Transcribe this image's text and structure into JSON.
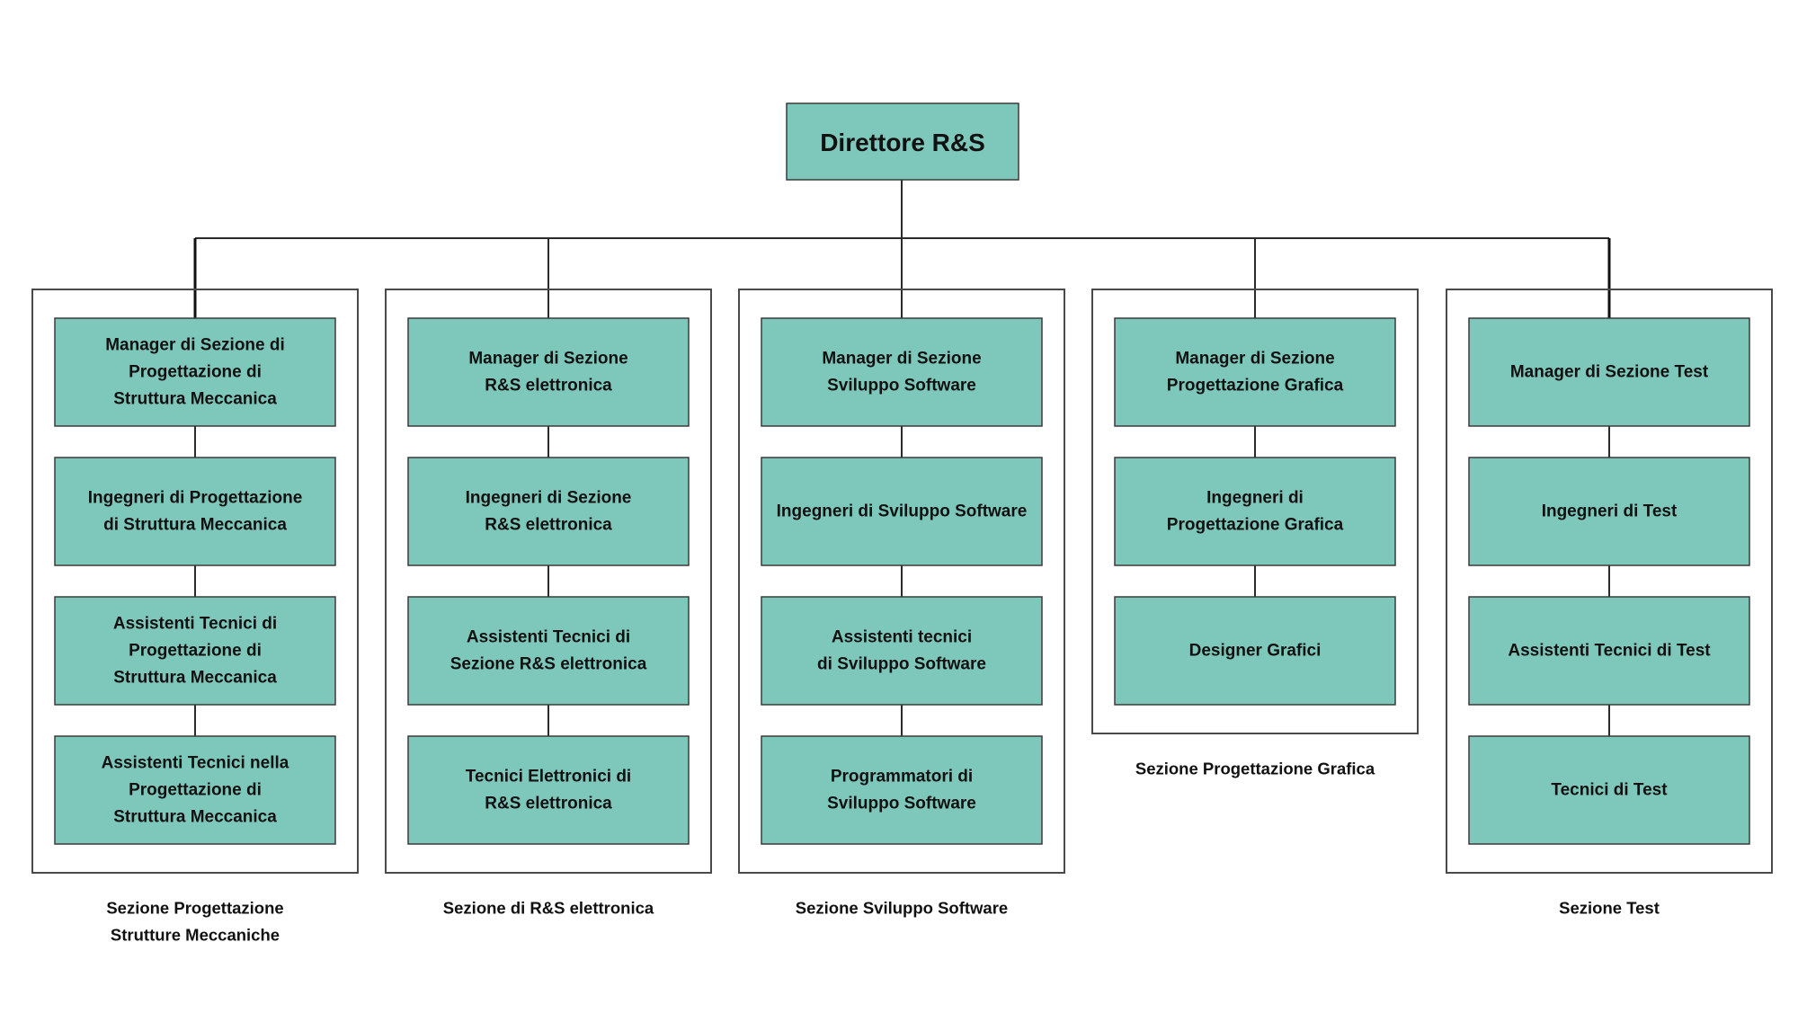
{
  "colors": {
    "box_fill": "#7ec8bb",
    "line": "#2b2b2b",
    "frame": "#4a4a4a"
  },
  "director": {
    "label": "Direttore R&S"
  },
  "sections": [
    {
      "name": "Sezione Progettazione\nStrutture Meccaniche",
      "roles": [
        "Manager di Sezione di\nProgettazione di\nStruttura Meccanica",
        "Ingegneri di Progettazione\ndi Struttura Meccanica",
        "Assistenti Tecnici di\nProgettazione di\nStruttura Meccanica",
        "Assistenti Tecnici nella\nProgettazione di\nStruttura Meccanica"
      ]
    },
    {
      "name": "Sezione di R&S elettronica",
      "roles": [
        "Manager di Sezione\nR&S elettronica",
        "Ingegneri di Sezione\nR&S elettronica",
        "Assistenti Tecnici di\nSezione R&S elettronica",
        "Tecnici Elettronici di\nR&S elettronica"
      ]
    },
    {
      "name": "Sezione Sviluppo Software",
      "roles": [
        "Manager di Sezione\nSviluppo Software",
        "Ingegneri di Sviluppo Software",
        "Assistenti tecnici\ndi Sviluppo Software",
        "Programmatori di\nSviluppo Software"
      ]
    },
    {
      "name": "Sezione Progettazione Grafica",
      "roles": [
        "Manager di Sezione\nProgettazione Grafica",
        "Ingegneri di\nProgettazione Grafica",
        "Designer Grafici"
      ]
    },
    {
      "name": "Sezione Test",
      "roles": [
        "Manager di Sezione Test",
        "Ingegneri di Test",
        "Assistenti Tecnici di Test",
        "Tecnici di Test"
      ]
    }
  ]
}
